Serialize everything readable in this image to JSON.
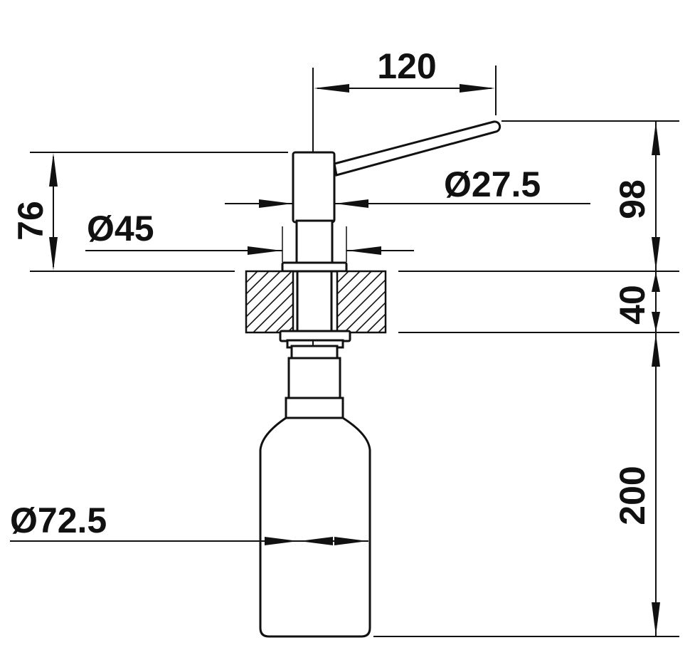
{
  "dimensions": {
    "lever_length": "120",
    "lever_diameter": "Ø27.5",
    "body_diameter": "Ø45",
    "head_height": "76",
    "top_height": "98",
    "counter_thickness": "40",
    "bottle_height": "200",
    "bottle_diameter": "Ø72.5"
  },
  "colors": {
    "line": "#111111",
    "background": "#ffffff"
  }
}
